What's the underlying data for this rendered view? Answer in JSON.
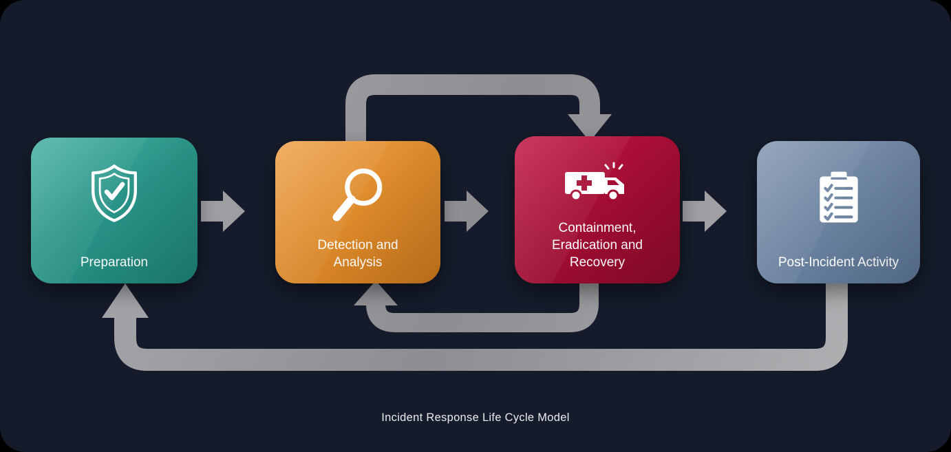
{
  "caption": "Incident Response Life Cycle Model",
  "colors": {
    "background": "#151b2a",
    "preparation": "#2a9488",
    "detection": "#df8c2c",
    "containment": "#a50d34",
    "post_incident": "#6d84a1",
    "arrow": "#9a9a9e",
    "label_text": "#ffffff"
  },
  "stages": [
    {
      "label": "Preparation",
      "icon": "shield-check-icon",
      "color": "#2a9488"
    },
    {
      "label": "Detection and Analysis",
      "icon": "magnifier-icon",
      "color": "#df8c2c"
    },
    {
      "label": "Containment, Eradication and Recovery",
      "icon": "ambulance-icon",
      "color": "#a50d34"
    },
    {
      "label": "Post-Incident Activity",
      "icon": "clipboard-checklist-icon",
      "color": "#6d84a1"
    }
  ],
  "flow": [
    {
      "from": "Preparation",
      "to": "Detection and Analysis",
      "type": "forward"
    },
    {
      "from": "Detection and Analysis",
      "to": "Containment, Eradication and Recovery",
      "type": "forward"
    },
    {
      "from": "Containment, Eradication and Recovery",
      "to": "Post-Incident Activity",
      "type": "forward"
    },
    {
      "from": "Detection and Analysis",
      "to": "Containment, Eradication and Recovery",
      "type": "loop-over-top"
    },
    {
      "from": "Containment, Eradication and Recovery",
      "to": "Detection and Analysis",
      "type": "loop-back"
    },
    {
      "from": "Post-Incident Activity",
      "to": "Preparation",
      "type": "loop-back"
    }
  ]
}
